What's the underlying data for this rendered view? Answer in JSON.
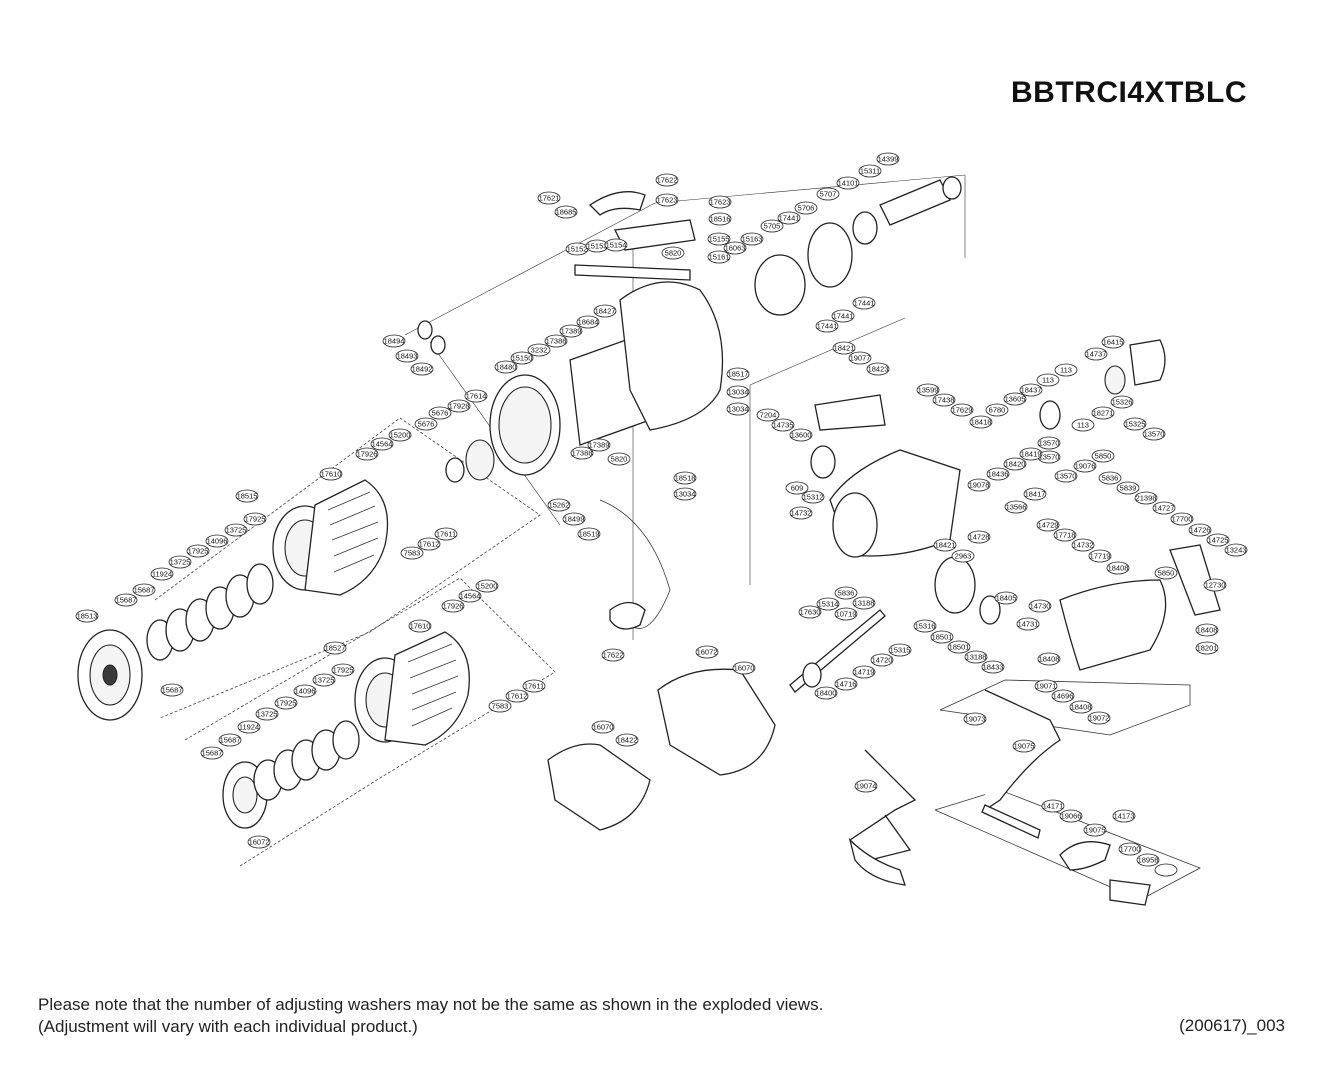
{
  "header": {
    "model_code": "BBTRCI4XTBLC"
  },
  "footer": {
    "note_line1": "Please note that the number of adjusting washers may not be the same as shown in the exploded views.",
    "note_line2": "(Adjustment will vary with each individual product.)",
    "doc_code": "(200617)_003"
  },
  "callouts": [
    {
      "label": "14399"
    },
    {
      "label": "15311"
    },
    {
      "label": "14101"
    },
    {
      "label": "5707"
    },
    {
      "label": "5706"
    },
    {
      "label": "17441"
    },
    {
      "label": "5705"
    },
    {
      "label": "15163"
    },
    {
      "label": "16063"
    },
    {
      "label": "15155"
    },
    {
      "label": "15161"
    },
    {
      "label": "17441"
    },
    {
      "label": "17441"
    },
    {
      "label": "17441"
    },
    {
      "label": "17622"
    },
    {
      "label": "17623"
    },
    {
      "label": "17621"
    },
    {
      "label": "18685"
    },
    {
      "label": "17623"
    },
    {
      "label": "18516"
    },
    {
      "label": "5820"
    },
    {
      "label": "15152"
    },
    {
      "label": "15153"
    },
    {
      "label": "15154"
    },
    {
      "label": "18494"
    },
    {
      "label": "18493"
    },
    {
      "label": "18492"
    },
    {
      "label": "18427"
    },
    {
      "label": "18684"
    },
    {
      "label": "17389"
    },
    {
      "label": "17388"
    },
    {
      "label": "3232"
    },
    {
      "label": "15150"
    },
    {
      "label": "18480"
    },
    {
      "label": "18517"
    },
    {
      "label": "13034"
    },
    {
      "label": "13034"
    },
    {
      "label": "17389"
    },
    {
      "label": "17388"
    },
    {
      "label": "5820"
    },
    {
      "label": "18518"
    },
    {
      "label": "13034"
    },
    {
      "label": "15262"
    },
    {
      "label": "18499"
    },
    {
      "label": "18519"
    },
    {
      "label": "17622"
    },
    {
      "label": "5676"
    },
    {
      "label": "17928"
    },
    {
      "label": "17614"
    },
    {
      "label": "5676"
    },
    {
      "label": "14564"
    },
    {
      "label": "15200"
    },
    {
      "label": "17926"
    },
    {
      "label": "17610"
    },
    {
      "label": "18515"
    },
    {
      "label": "17611"
    },
    {
      "label": "17612"
    },
    {
      "label": "7583"
    },
    {
      "label": "17925"
    },
    {
      "label": "13725"
    },
    {
      "label": "14096"
    },
    {
      "label": "17925"
    },
    {
      "label": "13725"
    },
    {
      "label": "11924"
    },
    {
      "label": "15687"
    },
    {
      "label": "15687"
    },
    {
      "label": "18513"
    },
    {
      "label": "15687"
    },
    {
      "label": "14564"
    },
    {
      "label": "15200"
    },
    {
      "label": "17926"
    },
    {
      "label": "17610"
    },
    {
      "label": "18527"
    },
    {
      "label": "17611"
    },
    {
      "label": "17612"
    },
    {
      "label": "7583"
    },
    {
      "label": "17925"
    },
    {
      "label": "13725"
    },
    {
      "label": "14096"
    },
    {
      "label": "17925"
    },
    {
      "label": "13725"
    },
    {
      "label": "11924"
    },
    {
      "label": "15687"
    },
    {
      "label": "15687"
    },
    {
      "label": "16072"
    },
    {
      "label": "16072"
    },
    {
      "label": "16070"
    },
    {
      "label": "16070"
    },
    {
      "label": "18422"
    },
    {
      "label": "18421"
    },
    {
      "label": "19077"
    },
    {
      "label": "18423"
    },
    {
      "label": "7204"
    },
    {
      "label": "14735"
    },
    {
      "label": "13600"
    },
    {
      "label": "13599"
    },
    {
      "label": "17438"
    },
    {
      "label": "17629"
    },
    {
      "label": "18418"
    },
    {
      "label": "6780"
    },
    {
      "label": "13605"
    },
    {
      "label": "18437"
    },
    {
      "label": "113"
    },
    {
      "label": "113"
    },
    {
      "label": "113"
    },
    {
      "label": "18271"
    },
    {
      "label": "14737"
    },
    {
      "label": "16415"
    },
    {
      "label": "15326"
    },
    {
      "label": "15325"
    },
    {
      "label": "13570"
    },
    {
      "label": "13570"
    },
    {
      "label": "13570"
    },
    {
      "label": "13570"
    },
    {
      "label": "18417"
    },
    {
      "label": "18419"
    },
    {
      "label": "18420"
    },
    {
      "label": "18436"
    },
    {
      "label": "19076"
    },
    {
      "label": "5850"
    },
    {
      "label": "19078"
    },
    {
      "label": "609"
    },
    {
      "label": "15312"
    },
    {
      "label": "14732"
    },
    {
      "label": "13566"
    },
    {
      "label": "14728"
    },
    {
      "label": "5836"
    },
    {
      "label": "5839"
    },
    {
      "label": "21398"
    },
    {
      "label": "14727"
    },
    {
      "label": "17700"
    },
    {
      "label": "14726"
    },
    {
      "label": "14725"
    },
    {
      "label": "13243"
    },
    {
      "label": "14729"
    },
    {
      "label": "17718"
    },
    {
      "label": "14732"
    },
    {
      "label": "18421"
    },
    {
      "label": "2963"
    },
    {
      "label": "17719"
    },
    {
      "label": "18408"
    },
    {
      "label": "5850"
    },
    {
      "label": "12730"
    },
    {
      "label": "17630"
    },
    {
      "label": "15314"
    },
    {
      "label": "10719"
    },
    {
      "label": "5836"
    },
    {
      "label": "13188"
    },
    {
      "label": "15316"
    },
    {
      "label": "18501"
    },
    {
      "label": "18501"
    },
    {
      "label": "13188"
    },
    {
      "label": "18433"
    },
    {
      "label": "18405"
    },
    {
      "label": "14731"
    },
    {
      "label": "14730"
    },
    {
      "label": "18408"
    },
    {
      "label": "18408"
    },
    {
      "label": "18201"
    },
    {
      "label": "15315"
    },
    {
      "label": "14720"
    },
    {
      "label": "14719"
    },
    {
      "label": "14716"
    },
    {
      "label": "18400"
    },
    {
      "label": "19071"
    },
    {
      "label": "14696"
    },
    {
      "label": "18408"
    },
    {
      "label": "19072"
    },
    {
      "label": "19073"
    },
    {
      "label": "19075"
    },
    {
      "label": "19074"
    },
    {
      "label": "14171"
    },
    {
      "label": "19066"
    },
    {
      "label": "19075"
    },
    {
      "label": "14173"
    },
    {
      "label": "17700"
    },
    {
      "label": "18958"
    }
  ]
}
